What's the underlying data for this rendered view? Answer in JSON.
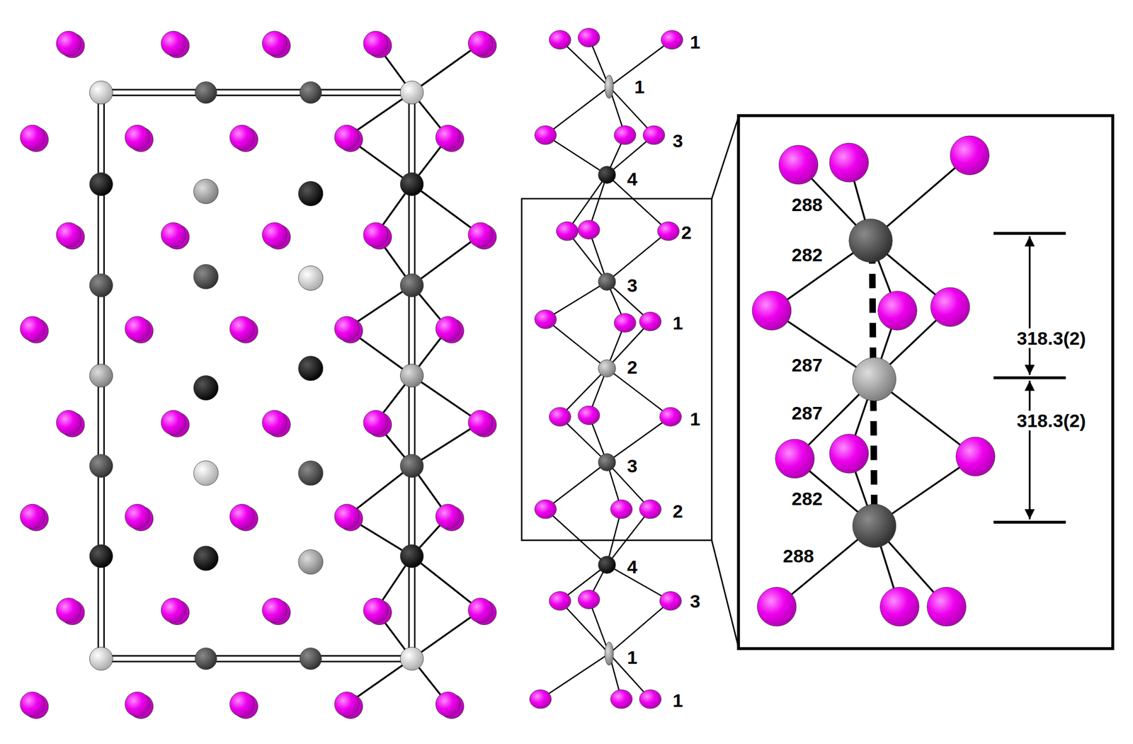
{
  "diagram": {
    "labels": [
      "1",
      "1",
      "3",
      "4",
      "2",
      "3",
      "1",
      "2",
      "1",
      "3",
      "2",
      "4",
      "3",
      "1",
      "1",
      "288",
      "282",
      "287",
      "287",
      "282",
      "288",
      "318.3(2)",
      "318.3(2)"
    ]
  }
}
